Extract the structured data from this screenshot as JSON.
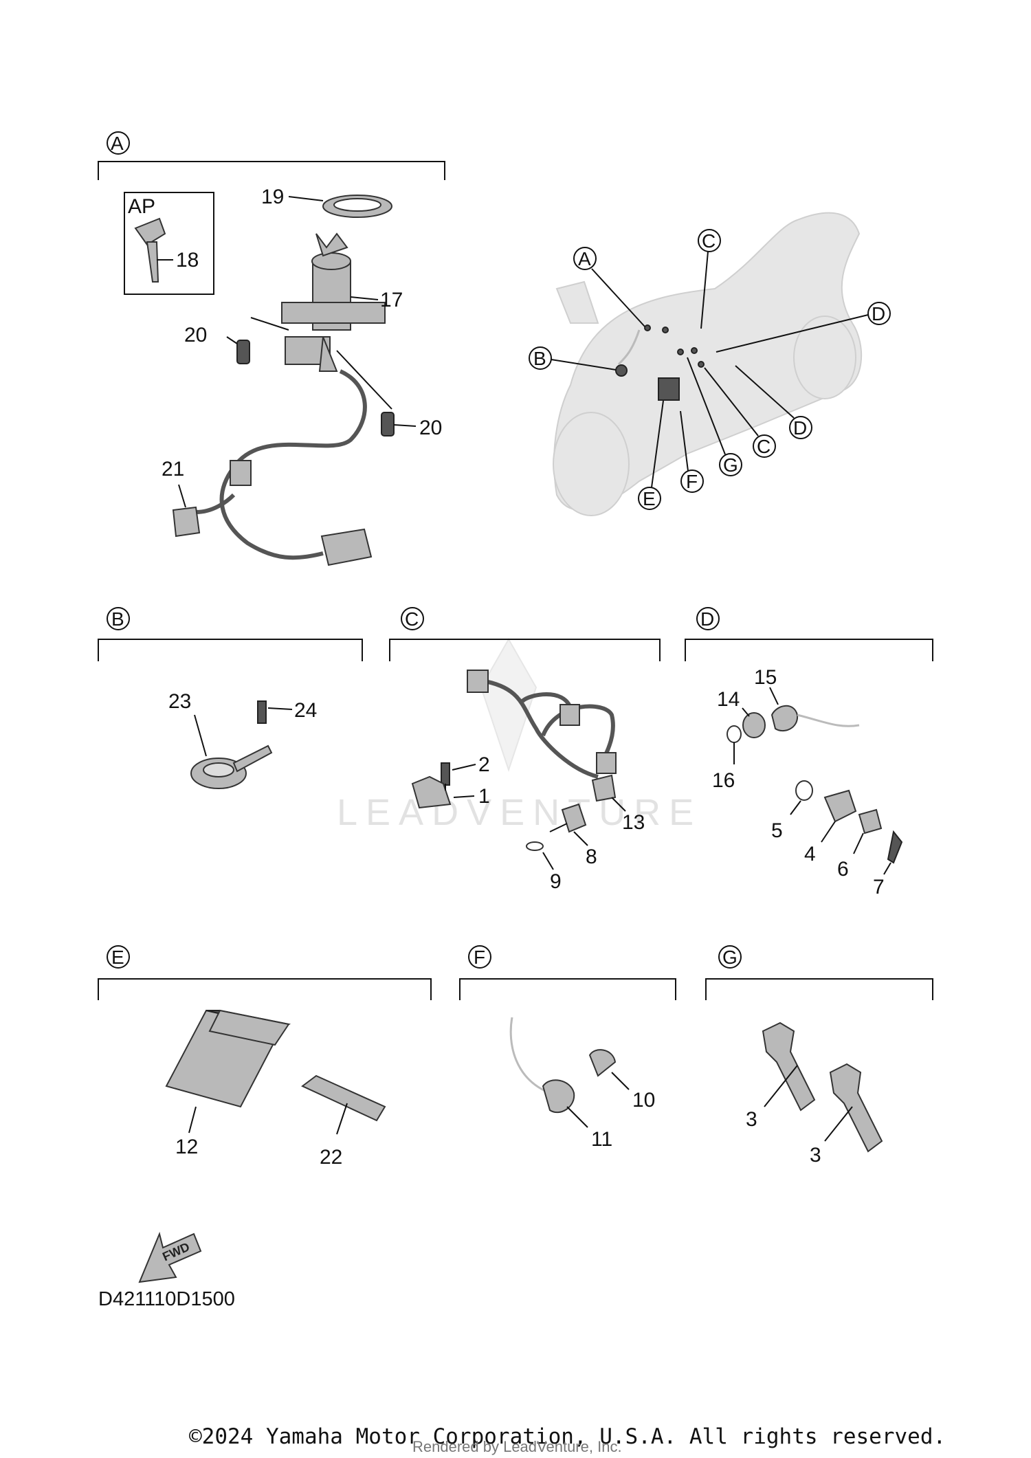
{
  "drawing_code": "D421110D1500",
  "copyright": "©2024 Yamaha Motor Corporation, U.S.A. All rights reserved.",
  "rendered_by": "Rendered by LeadVenture, Inc.",
  "watermark": "LEADVENTURE",
  "fwd_label": "FWD",
  "groups": {
    "A": "A",
    "B": "B",
    "C": "C",
    "D": "D",
    "E": "E",
    "F": "F",
    "G": "G"
  },
  "ap_label": "AP",
  "parts": {
    "p1": "1",
    "p2": "2",
    "p3a": "3",
    "p3b": "3",
    "p4": "4",
    "p5": "5",
    "p6": "6",
    "p7": "7",
    "p8": "8",
    "p9": "9",
    "p10": "10",
    "p11": "11",
    "p12": "12",
    "p13": "13",
    "p14": "14",
    "p15": "15",
    "p16": "16",
    "p17": "17",
    "p18": "18",
    "p19": "19",
    "p20a": "20",
    "p20b": "20",
    "p21": "21",
    "p22": "22",
    "p23": "23",
    "p24": "24"
  }
}
